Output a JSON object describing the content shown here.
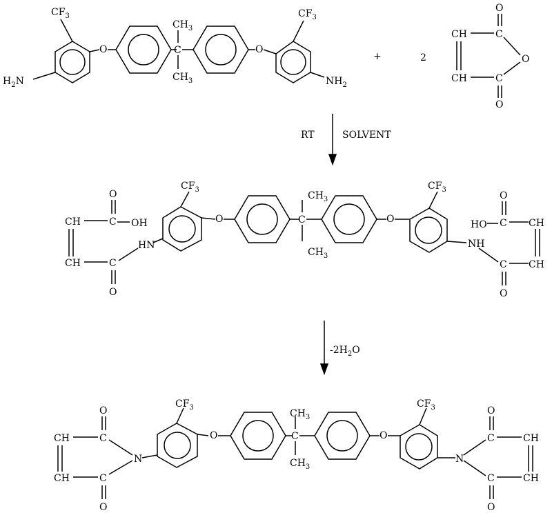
{
  "reactants": {
    "diamine": {
      "cf3_left": "CF3",
      "cf3_right": "CF3",
      "nh2_left": "H2N",
      "nh2_right": "NH2",
      "ch3_top": "CH3",
      "ch3_bottom": "CH3",
      "o_left": "O",
      "o_right": "O"
    },
    "plus": "+",
    "coefficient": "2",
    "anhydride": {
      "ch_top": "CH",
      "ch_bottom": "CH",
      "c_top": "C",
      "c_bottom": "C",
      "o_top": "O",
      "o_ring": "O",
      "o_bottom": "O"
    }
  },
  "step1": {
    "label_left": "RT",
    "label_right": "SOLVENT"
  },
  "intermediate": {
    "cf3_left": "CF3",
    "cf3_right": "CF3",
    "o_left": "O",
    "o_right": "O",
    "ch3_top": "CH3",
    "ch3_bottom": "CH3",
    "hn_left": "HN",
    "nh_right": "NH",
    "left_acid": {
      "ch_top": "CH",
      "ch_bottom": "CH",
      "c_top": "C",
      "c_bottom": "C",
      "o_top": "O",
      "oh": "OH",
      "o_bottom": "O"
    },
    "right_acid": {
      "ch_top": "CH",
      "ch_bottom": "CH",
      "c_top": "C",
      "c_bottom": "C",
      "o_top": "O",
      "ho": "HO",
      "o_bottom": "O"
    }
  },
  "step2": {
    "label": "-2H2O"
  },
  "product": {
    "cf3_left": "CF3",
    "cf3_right": "CF3",
    "o_left": "O",
    "o_right": "O",
    "ch3_top": "CH3",
    "ch3_bottom": "CH3",
    "n_left": "N",
    "n_right": "N",
    "left_ring": {
      "ch_top": "CH",
      "ch_bottom": "CH",
      "c_top": "C",
      "c_bottom": "C",
      "o_top": "O",
      "o_bottom": "O"
    },
    "right_ring": {
      "ch_top": "CH",
      "ch_bottom": "CH",
      "c_top": "C",
      "c_bottom": "C",
      "o_top": "O",
      "o_bottom": "O"
    }
  }
}
